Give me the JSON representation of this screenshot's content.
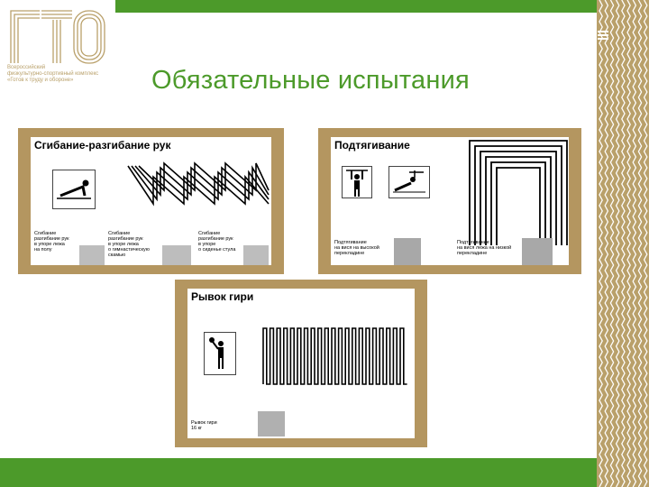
{
  "logo": {
    "letters": "ГТО",
    "lines": [
      "Всероссийский",
      "физкультурно-спортивный комплекс",
      "«Готов к труду и обороне»"
    ]
  },
  "title": "Обязательные испытания",
  "cards": [
    {
      "title": "Сгибание-разгибание рук",
      "captions": [
        [
          "Сгибание",
          "разгибание рук",
          "в упоре лежа",
          "на полу"
        ],
        [
          "Сгибание",
          "разгибание рук",
          "в упоре лежа",
          "о гимнастическую",
          "скамью"
        ],
        [
          "Сгибание",
          "разгибание рук",
          "в упоре",
          "о сиденье стула"
        ]
      ]
    },
    {
      "title": "Подтягивание",
      "captions": [
        [
          "Подтягивание",
          "на вися на высокой",
          "перекладине"
        ],
        [
          "Подтягивание",
          "на вися лежа на низкой",
          "перекладине"
        ]
      ]
    },
    {
      "title": "Рывок гири",
      "captions": [
        [
          "Рывок гири",
          "16 кг"
        ]
      ]
    }
  ],
  "colors": {
    "green": "#4c9a2a",
    "gold": "#b49660",
    "wave": "#b9a06a"
  },
  "icons": [
    "menu-icon",
    "pushup-icon",
    "pullup-icon",
    "lying-pullup-icon",
    "kettlebell-icon"
  ]
}
